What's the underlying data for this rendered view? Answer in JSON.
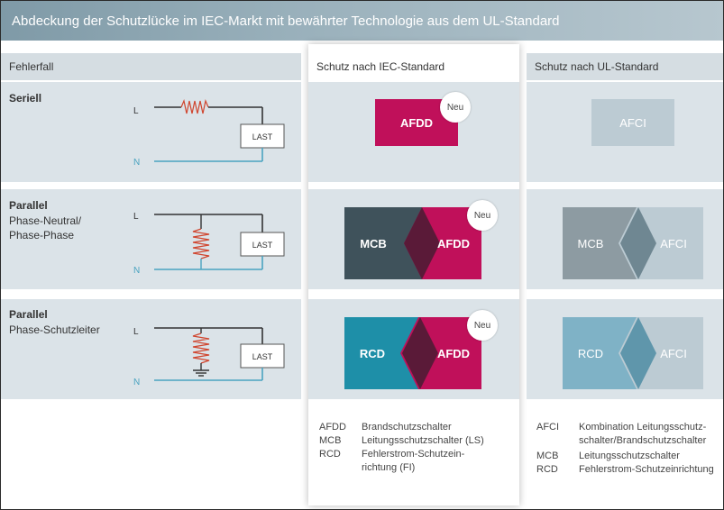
{
  "title": "Abdeckung der Schutzlücke im IEC-Markt mit bewährter Technologie aus dem UL-Standard",
  "columns": {
    "fault": "Fehlerfall",
    "iec": "Schutz nach IEC-Standard",
    "ul": "Schutz nach UL-Standard"
  },
  "rows": [
    {
      "title": "Seriell",
      "subtitle": ""
    },
    {
      "title": "Parallel",
      "subtitle": "Phase-Neutral/\nPhase-Phase"
    },
    {
      "title": "Parallel",
      "subtitle": "Phase-Schutzleiter"
    }
  ],
  "circuit": {
    "l": "L",
    "n": "N",
    "load": "LAST"
  },
  "iec_devices": {
    "row1": [
      "AFDD"
    ],
    "row2": [
      "MCB",
      "AFDD"
    ],
    "row3": [
      "RCD",
      "AFDD"
    ],
    "new_badge": "Neu"
  },
  "ul_devices": {
    "row1": [
      "AFCI"
    ],
    "row2": [
      "MCB",
      "AFCI"
    ],
    "row3": [
      "RCD",
      "AFCI"
    ]
  },
  "iec_legend": [
    {
      "abbr": "AFDD",
      "text": "Brandschutzschalter"
    },
    {
      "abbr": "MCB",
      "text": "Leitungsschutzschalter (LS)"
    },
    {
      "abbr": "RCD",
      "text": "Fehlerstrom-Schutzein-\nrichtung (FI)"
    }
  ],
  "ul_legend": [
    {
      "abbr": "AFCI",
      "text": "Kombination Leitungsschutz-\nschalter/Brandschutzschalter"
    },
    {
      "abbr": "MCB",
      "text": "Leitungsschutzschalter"
    },
    {
      "abbr": "RCD",
      "text": "Fehlerstrom-Schutzeinrichtung"
    }
  ],
  "colors": {
    "afdd": "#c0105a",
    "mcb": "#3f525b",
    "rcd": "#1e8fa8",
    "afci": "#bccbd3",
    "ul_mcb": "#8d9ba2",
    "ul_rcd": "#7fb2c6",
    "band": "#dbe3e8",
    "n_line": "#4aa3c0",
    "resistor": "#d0452e"
  }
}
